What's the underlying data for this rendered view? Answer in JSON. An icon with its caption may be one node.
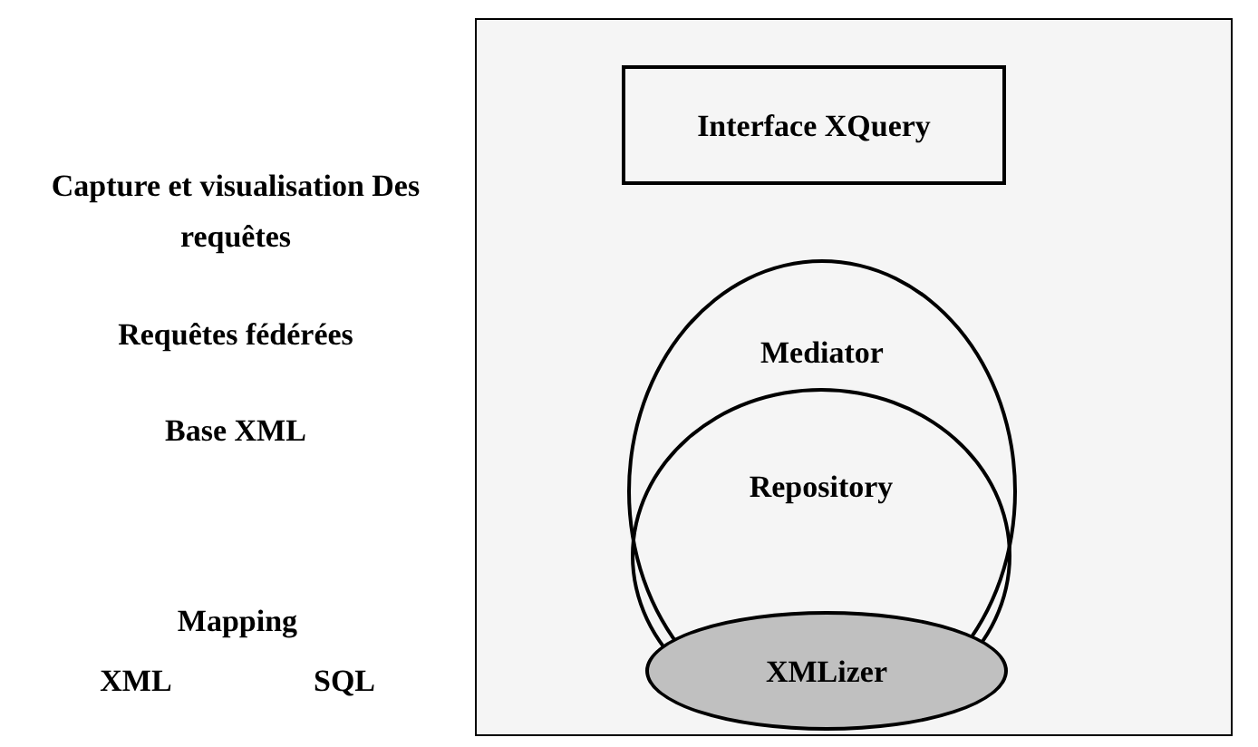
{
  "diagram": {
    "nodes": [
      {
        "text": [],
        "shape": "box"
      },
      {
        "text": [
          "Interface XQuery"
        ],
        "in": 0
      },
      {
        "text": [
          "Mediator"
        ],
        "in": 0
      },
      {
        "text": [
          "Repository"
        ],
        "in": 2
      },
      {
        "text": [
          "XMLizer"
        ],
        "in": 3
      }
    ],
    "labels": [
      "Capture et visualisation Des requêtes",
      "Requêtes fédérées",
      "Base XML",
      "Mapping",
      "XML",
      "SQL"
    ]
  }
}
